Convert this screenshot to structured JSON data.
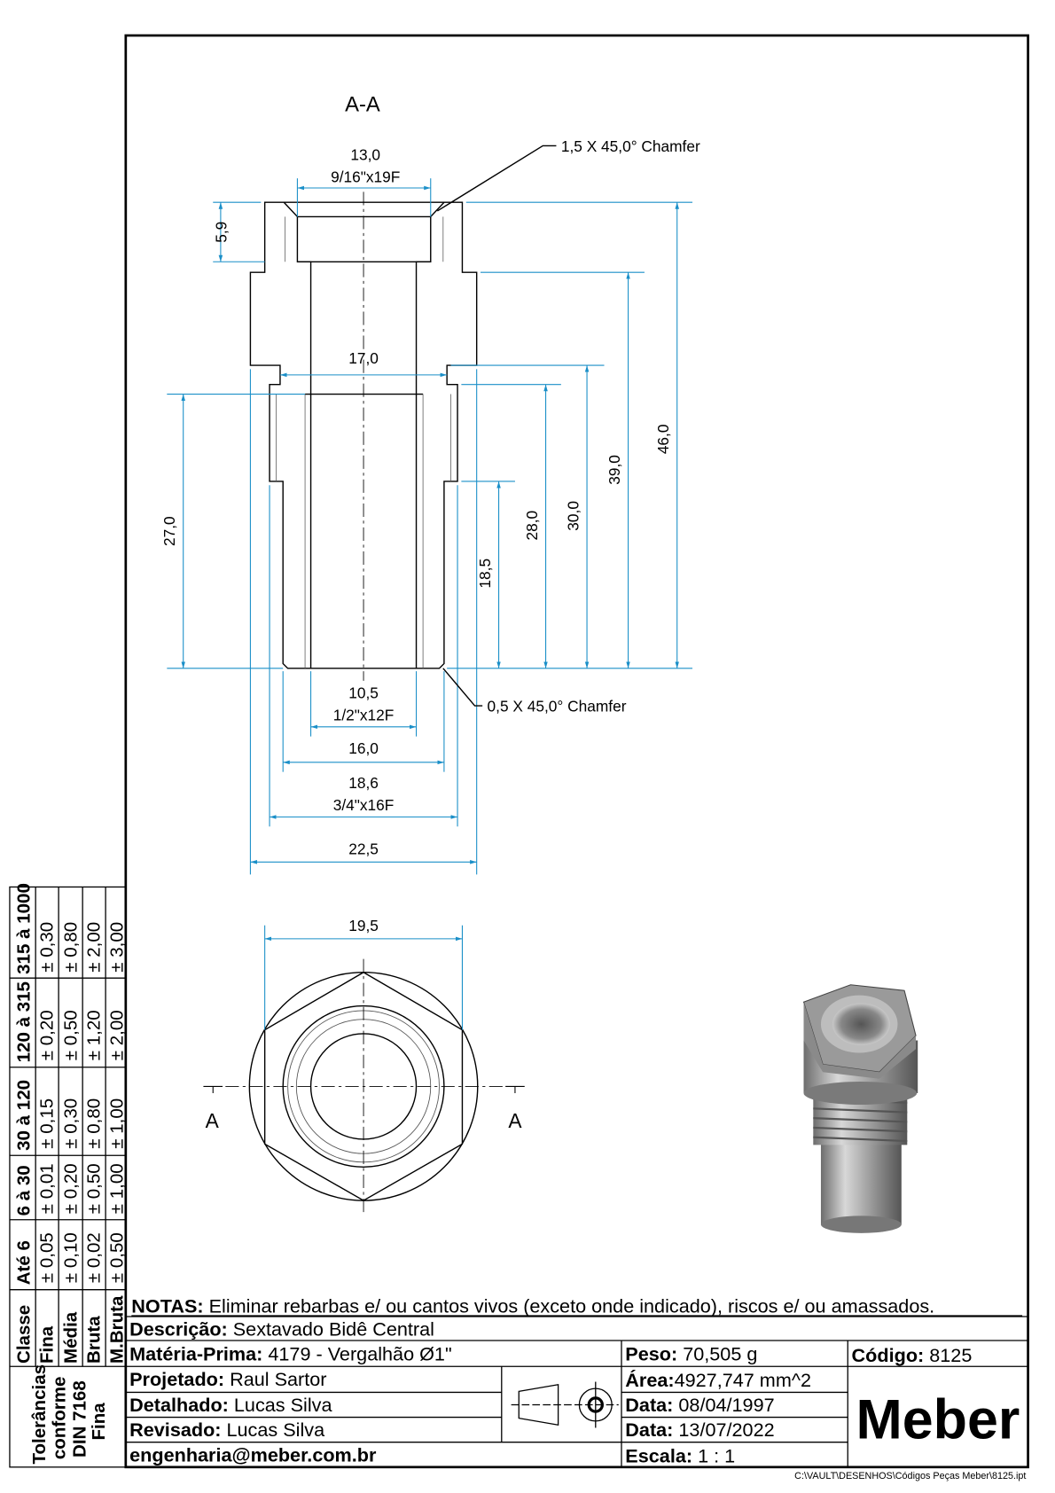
{
  "section_view": {
    "title": "A-A",
    "dimensions": {
      "top_bore": "13,0",
      "top_thread": "9/16\"x19F",
      "counterbore_depth": "5,9",
      "groove_dia": "17,0",
      "total_length": "46,0",
      "hex_height": "39,0",
      "groove_height": "30,0",
      "thread_height": "28,0",
      "shank_height": "18,5",
      "inner_thread_depth": "27,0",
      "bottom_bore": "10,5",
      "bottom_thread": "1/2\"x12F",
      "shank_dia": "16,0",
      "outer_thread_dia": "18,6",
      "outer_thread": "3/4\"x16F",
      "hex_corner_dia": "22,5"
    },
    "chamfer_top": "1,5 X 45,0° Chamfer",
    "chamfer_bottom": "0,5 X 45,0° Chamfer"
  },
  "top_view": {
    "hex_flats": "19,5",
    "section_label_left": "A",
    "section_label_right": "A"
  },
  "tolerance_table": {
    "header": [
      "Classe",
      "Até 6",
      "6 à 30",
      "30 à 120",
      "120 à 315",
      "315 à 1000"
    ],
    "rows": [
      {
        "class": "Fina",
        "values": [
          "± 0,05",
          "± 0,01",
          "± 0,15",
          "± 0,20",
          "± 0,30"
        ]
      },
      {
        "class": "Média",
        "values": [
          "± 0,10",
          "± 0,20",
          "± 0,30",
          "± 0,50",
          "± 0,80"
        ]
      },
      {
        "class": "Bruta",
        "values": [
          "± 0,02",
          "± 0,50",
          "± 0,80",
          "± 1,20",
          "± 2,00"
        ]
      },
      {
        "class": "M.Bruta",
        "values": [
          "± 0,50",
          "± 1,00",
          "± 1,00",
          "± 2,00",
          "± 3,00"
        ]
      }
    ],
    "caption": [
      "Tolerâncias",
      "conforme",
      "DIN 7168",
      "Fina"
    ]
  },
  "title_block": {
    "notes_label": "NOTAS:",
    "notes": " Eliminar rebarbas e/ ou cantos vivos (exceto onde indicado), riscos e/ ou amassados.",
    "description_label": "Descrição:",
    "description": " Sextavado Bidê Central",
    "material_label": "Matéria-Prima:",
    "material": " 4179 - Vergalhão Ø1\"",
    "weight_label": "Peso:",
    "weight": " 70,505 g",
    "code_label": "Código:",
    "code": " 8125",
    "designed_label": "Projetado:",
    "designed": " Raul Sartor",
    "area_label": "Área:",
    "area": "4927,747 mm^2",
    "detailed_label": "Detalhado:",
    "detailed": " Lucas Silva",
    "date1_label": "Data:",
    "date1": " 08/04/1997",
    "revised_label": "Revisado:",
    "revised": " Lucas Silva",
    "date2_label": "Data:",
    "date2": " 13/07/2022",
    "email": "engenharia@meber.com.br",
    "scale_label": "Escala:",
    "scale": " 1 : 1",
    "logo": "Meber"
  },
  "file_path": "C:\\VAULT\\DESENHOS\\Códigos Peças Meber\\8125.ipt",
  "colors": {
    "dimension": "#1a8fc8",
    "hatch": "#3a9a3a"
  }
}
